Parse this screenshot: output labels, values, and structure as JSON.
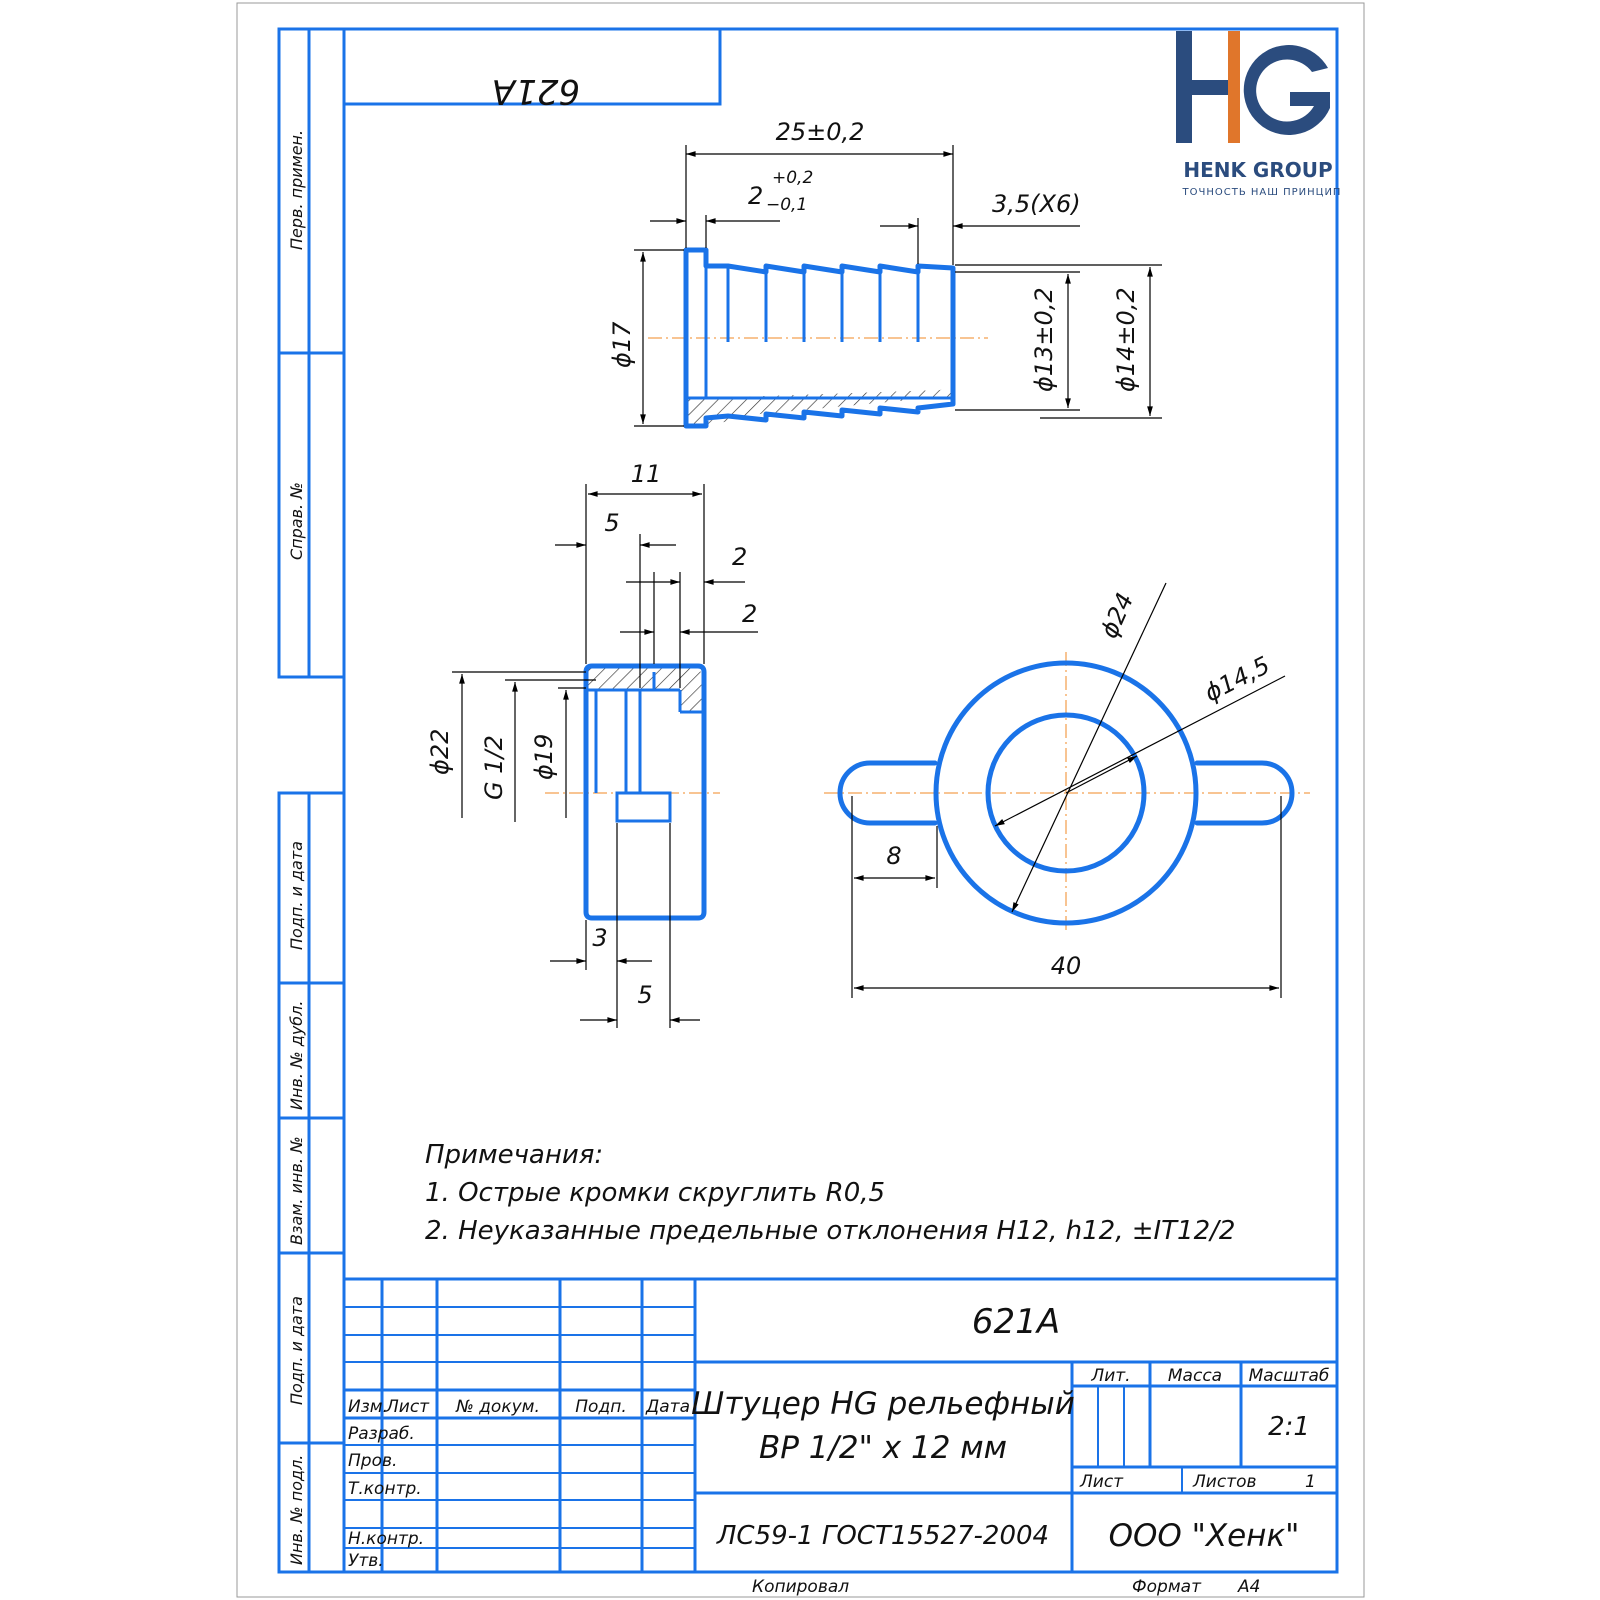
{
  "stamp_code_rotated": "621A",
  "logo": {
    "letters": "HG",
    "company": "HENK GROUP",
    "slogan": "ТОЧНОСТЬ НАШ ПРИНЦИП",
    "colors": {
      "blue": "#2b4c7e",
      "orange": "#e0762b"
    }
  },
  "side_labels": {
    "perv_primen": "Перв. примен.",
    "sprav_no": "Справ. №",
    "podp_data_1": "Подп. и дата",
    "inv_dubl": "Инв. № дубл.",
    "vzam_inv": "Взам. инв. №",
    "podp_data_2": "Подп. и дата",
    "inv_podl": "Инв. № подл."
  },
  "dimensions": {
    "len_total": "25±0,2",
    "flange_w_base": "2",
    "flange_w_tol_up": "+0,2",
    "flange_w_tol_dn": "−0,1",
    "rib_pitch": "3,5(Х6)",
    "d17": "ϕ17",
    "d13": "ϕ13±0,2",
    "d14": "ϕ14±0,2",
    "nut_11": "11",
    "nut_5": "5",
    "nut_2a": "2",
    "nut_2b": "2",
    "nut_d22": "ϕ22",
    "nut_g12": "G 1/2",
    "nut_d19": "ϕ19",
    "nut_3": "3",
    "nut_5b": "5",
    "wing_d24": "ϕ24",
    "wing_d145": "ϕ14,5",
    "wing_8": "8",
    "wing_40": "40"
  },
  "notes": {
    "title": "Примечания:",
    "line1": "1. Острые кромки скруглить R0,5",
    "line2": "2. Неуказанные предельные отклонения H12, h12, ±IT12/2"
  },
  "title_block": {
    "code": "621A",
    "name_line1": "Штуцер HG рельефный",
    "name_line2": "ВР 1/2\" х 12 мм",
    "material": "ЛС59-1 ГОСТ15527-2004",
    "company": "ООО \"Хенк\"",
    "lit": "Лит.",
    "massa": "Масса",
    "masshtab": "Масштаб",
    "scale": "2:1",
    "list": "Лист",
    "listov": "Листов",
    "listov_value": "1",
    "col_izm": "Изм.",
    "col_list": "Лист",
    "col_dokum": "№ докум.",
    "col_podp": "Подп.",
    "col_data": "Дата",
    "razrab": "Разраб.",
    "prov": "Пров.",
    "tkontr": "Т.контр.",
    "nkontr": "Н.контр.",
    "utv": "Утв."
  },
  "footer": {
    "kopiroval": "Копировал",
    "format_label": "Формат",
    "format_value": "А4"
  }
}
